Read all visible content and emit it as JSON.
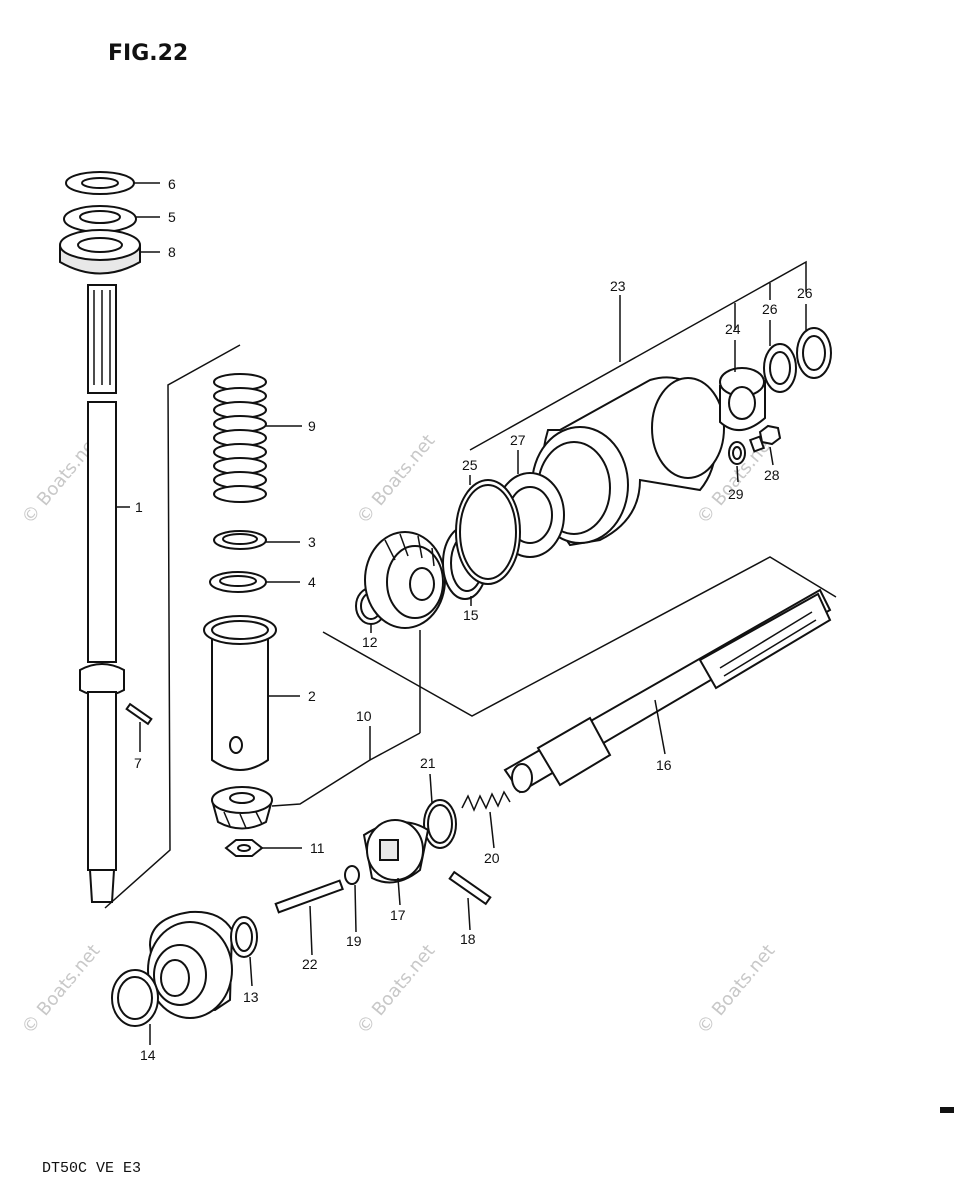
{
  "header": {
    "figure_label": "FIG.22"
  },
  "footer": {
    "model_code": "DT50C VE E3"
  },
  "watermark": {
    "text": "© Boats.net"
  },
  "parts": [
    {
      "id": "1",
      "label": "1"
    },
    {
      "id": "2",
      "label": "2"
    },
    {
      "id": "3",
      "label": "3"
    },
    {
      "id": "4",
      "label": "4"
    },
    {
      "id": "5",
      "label": "5"
    },
    {
      "id": "6",
      "label": "6"
    },
    {
      "id": "7",
      "label": "7"
    },
    {
      "id": "8",
      "label": "8"
    },
    {
      "id": "9",
      "label": "9"
    },
    {
      "id": "10",
      "label": "10"
    },
    {
      "id": "11",
      "label": "11"
    },
    {
      "id": "12",
      "label": "12"
    },
    {
      "id": "13",
      "label": "13"
    },
    {
      "id": "14",
      "label": "14"
    },
    {
      "id": "15",
      "label": "15"
    },
    {
      "id": "16",
      "label": "16"
    },
    {
      "id": "17",
      "label": "17"
    },
    {
      "id": "18",
      "label": "18"
    },
    {
      "id": "19",
      "label": "19"
    },
    {
      "id": "20",
      "label": "20"
    },
    {
      "id": "21",
      "label": "21"
    },
    {
      "id": "22",
      "label": "22"
    },
    {
      "id": "23",
      "label": "23"
    },
    {
      "id": "24",
      "label": "24"
    },
    {
      "id": "25",
      "label": "25"
    },
    {
      "id": "26a",
      "label": "26"
    },
    {
      "id": "26b",
      "label": "26"
    },
    {
      "id": "27",
      "label": "27"
    },
    {
      "id": "28",
      "label": "28"
    },
    {
      "id": "29",
      "label": "29"
    }
  ]
}
